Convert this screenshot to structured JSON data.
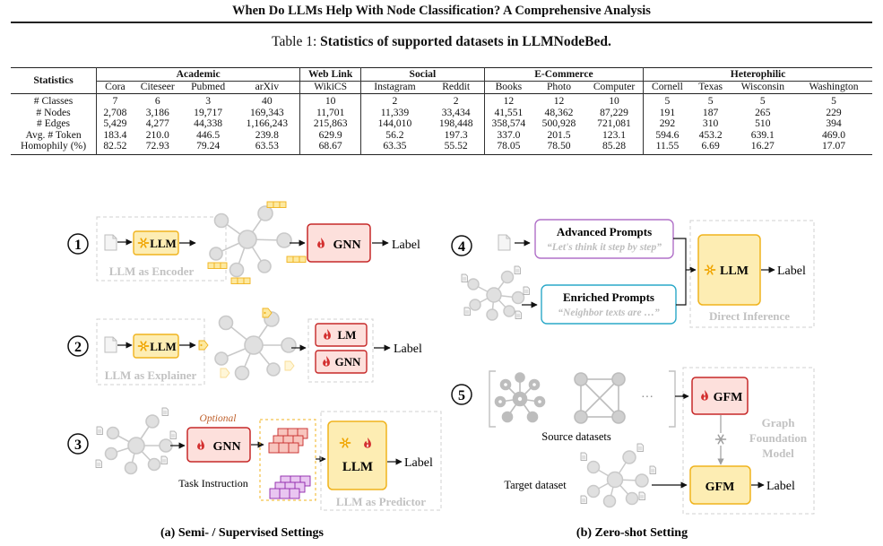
{
  "header": {
    "title": "When Do LLMs Help With Node Classification? A Comprehensive Analysis"
  },
  "table": {
    "caption_prefix": "Table 1: ",
    "caption_bold": "Statistics of supported datasets in LLMNodeBed.",
    "stat_header": "Statistics",
    "groups": [
      "Academic",
      "Web Link",
      "Social",
      "E-Commerce",
      "Heterophilic"
    ],
    "datasets": [
      "Cora",
      "Citeseer",
      "Pubmed",
      "arXiv",
      "WikiCS",
      "Instagram",
      "Reddit",
      "Books",
      "Photo",
      "Computer",
      "Cornell",
      "Texas",
      "Wisconsin",
      "Washington"
    ],
    "rows": [
      {
        "label": "# Classes",
        "values": [
          "7",
          "6",
          "3",
          "40",
          "10",
          "2",
          "2",
          "12",
          "12",
          "10",
          "5",
          "5",
          "5",
          "5"
        ]
      },
      {
        "label": "# Nodes",
        "values": [
          "2,708",
          "3,186",
          "19,717",
          "169,343",
          "11,701",
          "11,339",
          "33,434",
          "41,551",
          "48,362",
          "87,229",
          "191",
          "187",
          "265",
          "229"
        ]
      },
      {
        "label": "# Edges",
        "values": [
          "5,429",
          "4,277",
          "44,338",
          "1,166,243",
          "215,863",
          "144,010",
          "198,448",
          "358,574",
          "500,928",
          "721,081",
          "292",
          "310",
          "510",
          "394"
        ]
      },
      {
        "label": "Avg. # Token",
        "values": [
          "183.4",
          "210.0",
          "446.5",
          "239.8",
          "629.9",
          "56.2",
          "197.3",
          "337.0",
          "201.5",
          "123.1",
          "594.6",
          "453.2",
          "639.1",
          "469.0"
        ]
      },
      {
        "label": "Homophily (%)",
        "values": [
          "82.52",
          "72.93",
          "79.24",
          "63.53",
          "68.67",
          "63.35",
          "55.52",
          "78.05",
          "78.50",
          "85.28",
          "11.55",
          "6.69",
          "16.27",
          "17.07"
        ]
      }
    ]
  },
  "figure": {
    "colors": {
      "llm_fill": "#fdedb3",
      "llm_stroke": "#f0b31d",
      "gnn_fill": "#fde0dc",
      "gnn_stroke": "#c62828",
      "gray_label": "#bdbdbd",
      "adv_stroke": "#b070c8",
      "enr_stroke": "#2aa8c8"
    },
    "icons": {
      "llm": "snowflake-icon",
      "trainable": "flame-icon",
      "document": "document-icon"
    },
    "steps": [
      "1",
      "2",
      "3",
      "4",
      "5"
    ],
    "llm": "LLM",
    "gnn": "GNN",
    "lm": "LM",
    "gfm": "GFM",
    "label": "Label",
    "encoder_caption": "LLM as Encoder",
    "explainer_caption": "LLM as Explainer",
    "predictor_caption": "LLM as Predictor",
    "optional": "Optional",
    "task_instruction": "Task Instruction",
    "advanced_prompts": "Advanced Prompts",
    "advanced_quote": "“Let's think it step by step”",
    "enriched_prompts": "Enriched Prompts",
    "enriched_quote": "“Neighbor texts are …”",
    "direct_inference": "Direct Inference",
    "ellipsis": "···",
    "source_datasets": "Source datasets",
    "target_dataset": "Target dataset",
    "gfm_title": [
      "Graph",
      "Foundation",
      "Model"
    ],
    "sub_a": "(a) Semi- / Supervised Settings",
    "sub_b": "(b) Zero-shot Setting"
  }
}
